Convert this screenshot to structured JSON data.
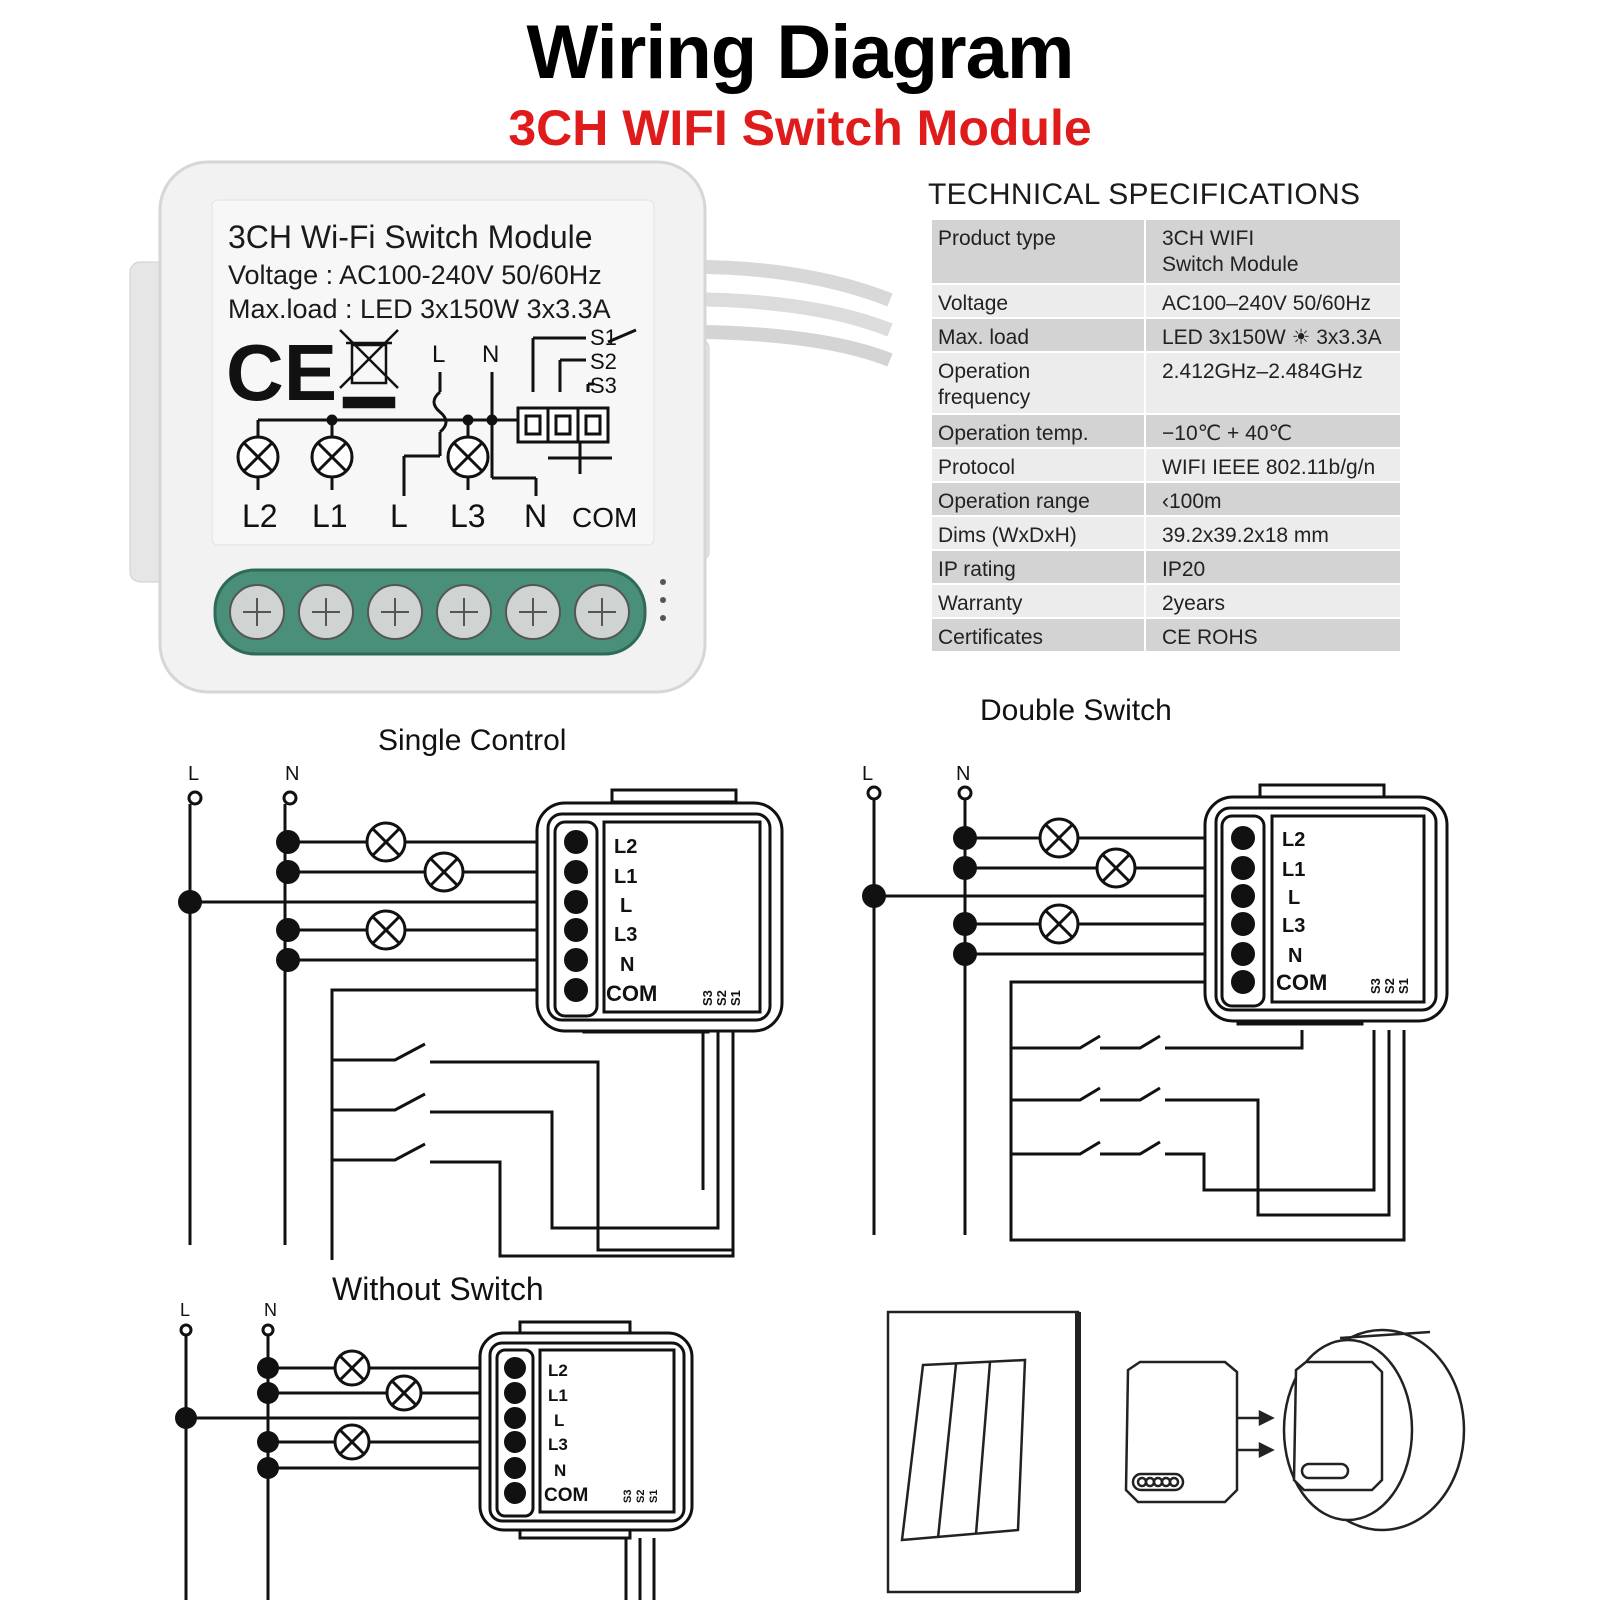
{
  "header": {
    "title": "Wiring Diagram",
    "subtitle": "3CH WIFI Switch Module"
  },
  "colors": {
    "title": "#000000",
    "subtitle": "#e01b1b",
    "terminal_block": "#4a8f7a",
    "table_dark": "#d3d3d3",
    "table_light": "#ececec"
  },
  "device_label": {
    "line1": "3CH Wi-Fi Switch Module",
    "line2": "Voltage : AC100-240V 50/60Hz",
    "line3": "Max.load : LED 3x150W  3x3.3A",
    "ce_mark": "CE",
    "l_top": "L",
    "n_top": "N",
    "s1": "S1",
    "s2": "S2",
    "s3": "S3",
    "bottom_labels": [
      "L2",
      "L1",
      "L",
      "L3",
      "N",
      "COM"
    ]
  },
  "specs": {
    "title": "TECHNICAL SPECIFICATIONS",
    "rows": [
      {
        "key": "Product type",
        "value": "3CH WIFI\nSwitch Module"
      },
      {
        "key": "Voltage",
        "value": "AC100–240V 50/60Hz"
      },
      {
        "key": "Max. load",
        "value": "LED 3x150W ☀ 3x3.3A"
      },
      {
        "key": "Operation\nfrequency",
        "value": "2.412GHz–2.484GHz"
      },
      {
        "key": "Operation temp.",
        "value": "−10℃ + 40℃"
      },
      {
        "key": "Protocol",
        "value": "WIFI  IEEE 802.11b/g/n"
      },
      {
        "key": "Operation range",
        "value": "‹100m"
      },
      {
        "key": "Dims (WxDxH)",
        "value": "39.2x39.2x18 mm"
      },
      {
        "key": "IP rating",
        "value": "IP20"
      },
      {
        "key": "Warranty",
        "value": "2years"
      },
      {
        "key": "Certificates",
        "value": "CE ROHS"
      }
    ]
  },
  "diagrams": {
    "single_title": "Single Control",
    "double_title": "Double Switch",
    "without_title": "Without Switch",
    "line_l": "L",
    "line_n": "N",
    "terminal_labels": [
      "L2",
      "L1",
      "L",
      "L3",
      "N",
      "COM"
    ],
    "switch_labels": [
      "S3",
      "S2",
      "S1"
    ]
  }
}
